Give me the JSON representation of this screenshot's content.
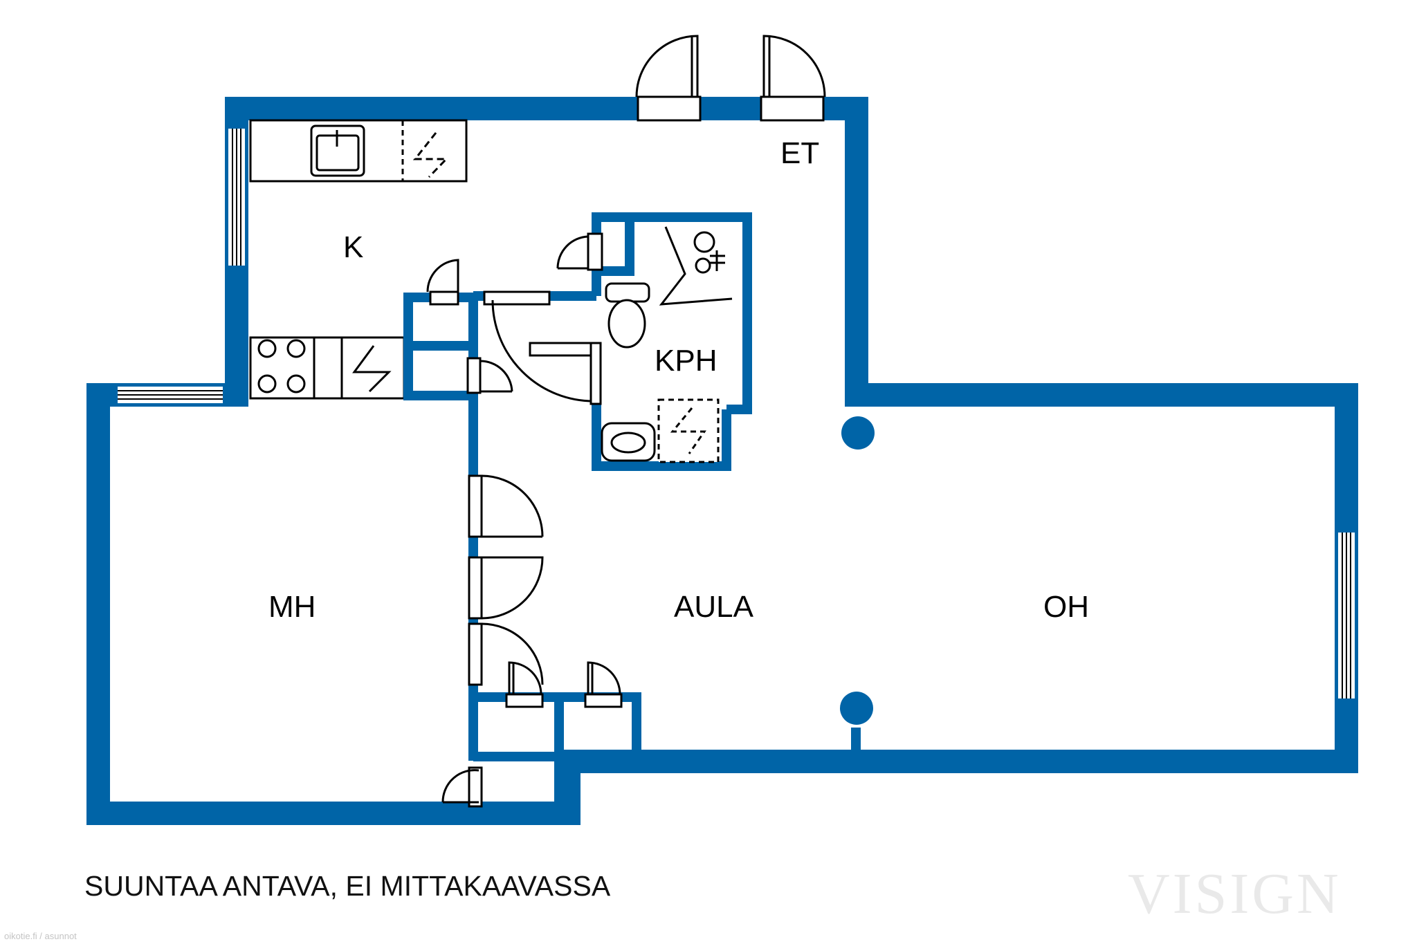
{
  "colors": {
    "wall": "#0064a7",
    "line": "#000000",
    "background": "#ffffff",
    "watermark": "#e9e9e9"
  },
  "rooms": {
    "et": "ET",
    "k": "K",
    "kph": "KPH",
    "mh": "MH",
    "aula": "AULA",
    "oh": "OH"
  },
  "note": "SUUNTAA ANTAVA, EI MITTAKAAVASSA",
  "watermark": "VISIGN",
  "credit": "oikotie.fi / asunnot"
}
